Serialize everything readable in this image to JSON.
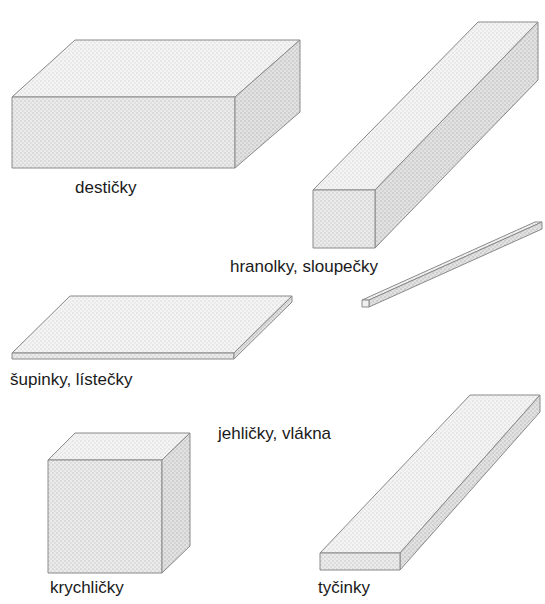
{
  "diagram": {
    "labels": [
      "destičky",
      "hranolky, sloupečky",
      "šupinky, lístečky",
      "jehličky, vlákna",
      "krychličky",
      "tyčinky"
    ]
  }
}
